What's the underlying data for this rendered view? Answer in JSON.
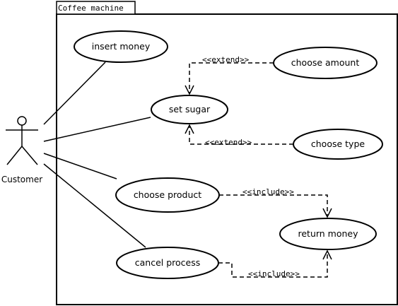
{
  "system": {
    "title": "Coffee machine"
  },
  "actor": {
    "name": "Customer"
  },
  "use_cases": {
    "insert_money": "insert money",
    "set_sugar": "set sugar",
    "choose_amount": "choose amount",
    "choose_type": "choose type",
    "choose_product": "choose product",
    "return_money": "return money",
    "cancel_process": "cancel process"
  },
  "relations": {
    "extend_amount": "<<extend>>",
    "extend_type": "<<extend>>",
    "include_product": "<<include>>",
    "include_cancel": "<<include>>"
  }
}
